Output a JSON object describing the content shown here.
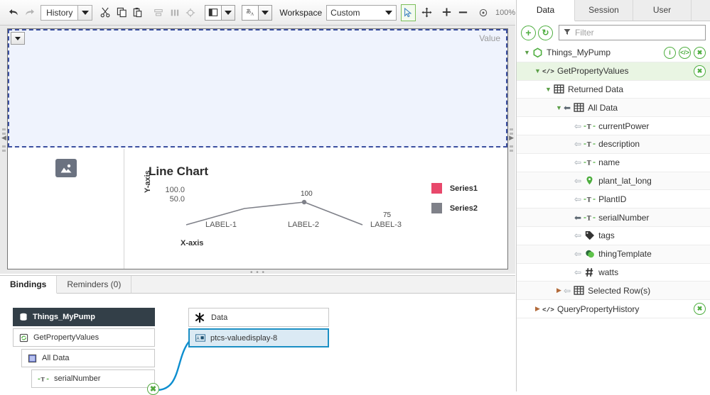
{
  "toolbar": {
    "undo_icon": "undo-arrow-icon",
    "redo_icon": "redo-arrow-icon",
    "history_label": "History",
    "cut_icon": "scissors-icon",
    "copy_icon": "copy-icon",
    "paste_icon": "paste-icon",
    "align_icon": "align-icon",
    "distribute_icon": "distribute-icon",
    "target_icon": "target-icon",
    "layout_icon": "layout-icon",
    "font_icon": "font-icon",
    "workspace_label": "Workspace",
    "workspace_value": "Custom",
    "select_tool_icon": "cursor-arrow-icon",
    "pan_tool_icon": "move-icon",
    "zoom_in_icon": "plus-icon",
    "zoom_out_icon": "minus-icon",
    "zoom_reset_icon": "target-reset-icon",
    "zoom_level": "100%"
  },
  "canvas": {
    "value_widget_label": "Value",
    "widget_handle_icon": "chevron-down-icon",
    "image_placeholder_icon": "image-icon",
    "split_dots": "• • •"
  },
  "chart_data": {
    "type": "line",
    "title": "Line Chart",
    "xlabel": "X-axis",
    "ylabel": "Y-axis",
    "categories": [
      "LABEL-1",
      "LABEL-2",
      "LABEL-3"
    ],
    "ytick_labels": [
      "100.0",
      "50.0"
    ],
    "ylim": [
      0,
      100
    ],
    "grid": false,
    "legend_position": "right",
    "series": [
      {
        "name": "Series1",
        "color": "#e8486b",
        "values": [
          null,
          null,
          null
        ]
      },
      {
        "name": "Series2",
        "color": "#7f8189",
        "values": [
          50,
          100,
          75
        ]
      }
    ],
    "point_labels": [
      {
        "category": "LABEL-2",
        "value": "100"
      },
      {
        "category": "LABEL-3",
        "value": "75"
      }
    ]
  },
  "bindings": {
    "tabs": [
      {
        "label": "Bindings",
        "active": true
      },
      {
        "label": "Reminders (0)",
        "active": false
      }
    ],
    "source_nodes": [
      {
        "label": "Things_MyPump",
        "icon": "database-icon",
        "style": "dark"
      },
      {
        "label": "GetPropertyValues",
        "icon": "service-icon",
        "style": "plain"
      },
      {
        "label": "All Data",
        "icon": "table-icon",
        "style": "plain"
      },
      {
        "label": "serialNumber",
        "icon": "text-type-icon",
        "style": "plain"
      }
    ],
    "target_nodes": [
      {
        "label": "Data",
        "icon": "asterisk-icon",
        "style": "plain"
      },
      {
        "label": "ptcs-valuedisplay-8",
        "icon": "value-display-icon",
        "style": "selected"
      }
    ],
    "remove_binding_icon": "remove-binding-x-icon"
  },
  "right_panel": {
    "tabs": [
      {
        "label": "Data",
        "active": true
      },
      {
        "label": "Session",
        "active": false
      },
      {
        "label": "User",
        "active": false
      }
    ],
    "add_icon": "plus-circle-icon",
    "refresh_icon": "refresh-circle-icon",
    "filter_icon": "funnel-icon",
    "filter_placeholder": "Filter",
    "tree": [
      {
        "label": "Things_MyPump",
        "indent": 0,
        "chevron": "down",
        "icon": "thing-hexagon-icon",
        "bg": "white",
        "actions": [
          "i",
          "</>",
          "x"
        ],
        "arrow": ""
      },
      {
        "label": "GetPropertyValues",
        "indent": 1,
        "chevron": "down",
        "icon": "service-code-icon",
        "bg": "green",
        "actions": [
          "x"
        ],
        "arrow": ""
      },
      {
        "label": "Returned Data",
        "indent": 2,
        "chevron": "down",
        "icon": "table-icon",
        "bg": "white",
        "actions": [],
        "arrow": ""
      },
      {
        "label": "All Data",
        "indent": 3,
        "chevron": "down",
        "icon": "table-icon",
        "bg": "alt",
        "actions": [],
        "arrow": "left"
      },
      {
        "label": "currentPower",
        "indent": 4,
        "chevron": "",
        "icon": "text-type-icon",
        "bg": "white",
        "actions": [],
        "arrow": "bind"
      },
      {
        "label": "description",
        "indent": 4,
        "chevron": "",
        "icon": "text-type-icon",
        "bg": "alt",
        "actions": [],
        "arrow": "bind"
      },
      {
        "label": "name",
        "indent": 4,
        "chevron": "",
        "icon": "text-type-icon",
        "bg": "white",
        "actions": [],
        "arrow": "bind"
      },
      {
        "label": "plant_lat_long",
        "indent": 4,
        "chevron": "",
        "icon": "location-pin-icon",
        "bg": "alt",
        "actions": [],
        "arrow": "bind"
      },
      {
        "label": "PlantID",
        "indent": 4,
        "chevron": "",
        "icon": "text-type-icon",
        "bg": "white",
        "actions": [],
        "arrow": "bind"
      },
      {
        "label": "serialNumber",
        "indent": 4,
        "chevron": "",
        "icon": "text-type-icon",
        "bg": "alt",
        "actions": [],
        "arrow": "left"
      },
      {
        "label": "tags",
        "indent": 4,
        "chevron": "",
        "icon": "tag-icon",
        "bg": "white",
        "actions": [],
        "arrow": "bind"
      },
      {
        "label": "thingTemplate",
        "indent": 4,
        "chevron": "",
        "icon": "template-icon",
        "bg": "alt",
        "actions": [],
        "arrow": "bind"
      },
      {
        "label": "watts",
        "indent": 4,
        "chevron": "",
        "icon": "number-hash-icon",
        "bg": "white",
        "actions": [],
        "arrow": "bind"
      },
      {
        "label": "Selected Row(s)",
        "indent": 3,
        "chevron": "right",
        "icon": "table-icon",
        "bg": "alt",
        "actions": [],
        "arrow": "bind"
      },
      {
        "label": "QueryPropertyHistory",
        "indent": 1,
        "chevron": "right",
        "icon": "service-code-icon",
        "bg": "white",
        "actions": [
          "x"
        ],
        "arrow": ""
      }
    ]
  },
  "colors": {
    "series1": "#e8486b",
    "series2": "#7f8189",
    "accent_green": "#4eae3f",
    "selection_blue": "#1b8fc4",
    "widget_fill": "#eff3fd",
    "dark_node": "#333f48"
  }
}
